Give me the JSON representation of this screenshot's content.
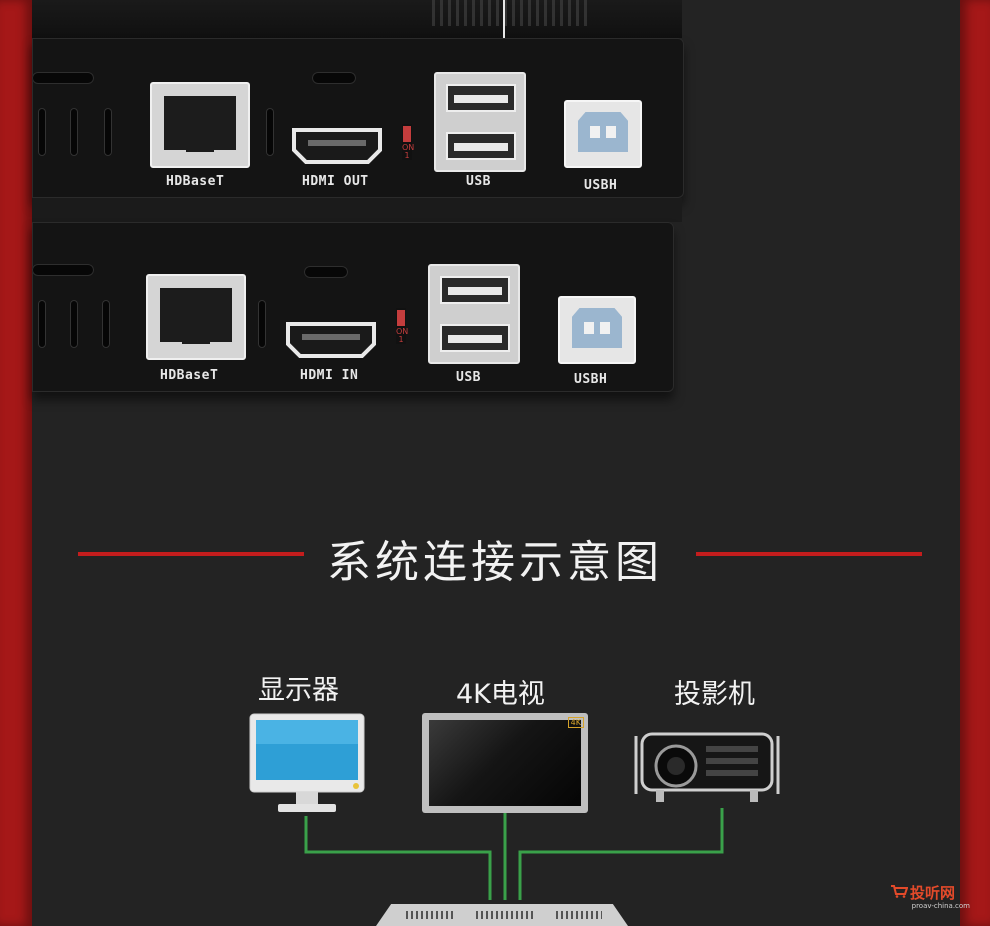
{
  "top_device": {
    "ports": {
      "hdbaset": "HDBaseT",
      "hdmi": "HDMI OUT",
      "usb": "USB",
      "usbh": "USBH"
    },
    "dip_text": "ON 1"
  },
  "bottom_device": {
    "ports": {
      "hdbaset": "HDBaseT",
      "hdmi": "HDMI IN",
      "usb": "USB",
      "usbh": "USBH"
    },
    "dip_text": "ON 1"
  },
  "section": {
    "title": "系统连接示意图"
  },
  "diagram": {
    "devices": [
      {
        "label": "显示器",
        "icon": "monitor-icon"
      },
      {
        "label": "4K电视",
        "icon": "tv-icon",
        "badge": "4K"
      },
      {
        "label": "投影机",
        "icon": "projector-icon"
      }
    ],
    "wire_color": "#3aa14a"
  },
  "watermark": {
    "brand": "投听网",
    "site": "proav-china.com"
  },
  "colors": {
    "frame_red": "#a51818",
    "rule_red": "#c41d1d",
    "background": "#232323"
  }
}
